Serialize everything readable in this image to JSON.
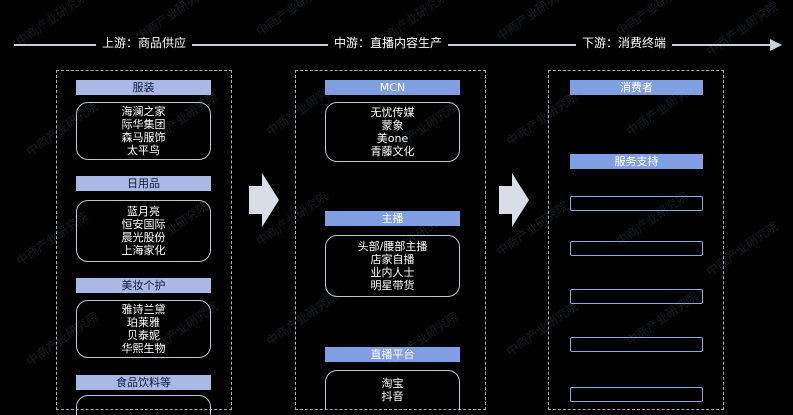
{
  "header": {
    "upstream_label": "上游：商品供应",
    "midstream_label": "中游：直播内容生产",
    "downstream_label": "下游：消费终端"
  },
  "upstream": {
    "clothing": {
      "title": "服装",
      "items": [
        "海澜之家",
        "际华集团",
        "森马服饰",
        "太平鸟"
      ]
    },
    "daily": {
      "title": "日用品",
      "items": [
        "蓝月亮",
        "恒安国际",
        "晨光股份",
        "上海家化"
      ]
    },
    "beauty": {
      "title": "美妆个护",
      "items": [
        "雅诗兰黛",
        "珀莱雅",
        "贝泰妮",
        "华熙生物"
      ]
    },
    "food": {
      "title": "食品饮料等"
    }
  },
  "midstream": {
    "mcn": {
      "title": "MCN",
      "items": [
        "无忧传媒",
        "蒙象",
        "美one",
        "青藤文化"
      ]
    },
    "anchor": {
      "title": "主播",
      "items": [
        "头部/腰部主播",
        "店家自播",
        "业内人士",
        "明星带货"
      ]
    },
    "platform": {
      "title": "直播平台",
      "items": [
        "淘宝",
        "抖音"
      ]
    }
  },
  "downstream": {
    "consumer": {
      "title": "消费者"
    },
    "service": {
      "title": "服务支持"
    }
  },
  "watermark": "中商产业研究院",
  "colors": {
    "background": "#000000",
    "category_light": "#aab8e6",
    "category_blue": "#7f9fe2",
    "axis": "#c9cfd8"
  }
}
